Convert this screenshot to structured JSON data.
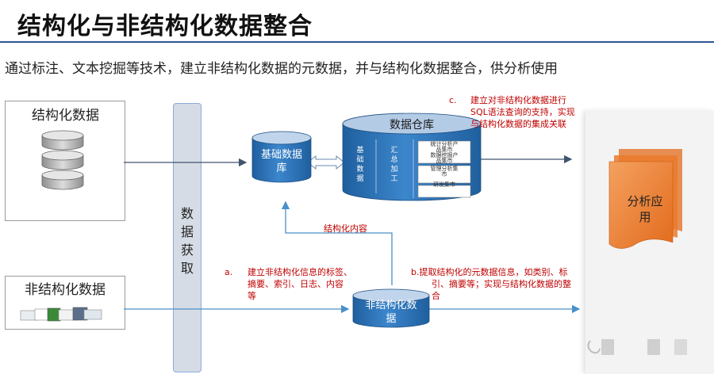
{
  "page": {
    "title": "结构化与非结构化数据整合",
    "subtitle": "通过标注、文本挖掘等技术，建立非结构化数据的元数据，并与结构化数据整合，供分析使用"
  },
  "boxes": {
    "structured": "结构化数据",
    "unstructured": "非结构化数据",
    "acquisition": [
      "数",
      "据",
      "获",
      "取"
    ]
  },
  "cylinders": {
    "base_db": [
      "基础数据",
      "库"
    ],
    "warehouse": "数据仓库",
    "unstructured_db": [
      "非结构化数",
      "据"
    ]
  },
  "warehouse_columns": {
    "basic": [
      "基",
      "础",
      "数",
      "据"
    ],
    "summary": [
      "汇",
      "总",
      "加",
      "工"
    ],
    "marts": [
      "统计分析产",
      "品集市",
      "数据挖掘产",
      "品集市",
      "管理分析集",
      "市",
      "研发集市"
    ]
  },
  "app": [
    "分析应",
    "用"
  ],
  "labels": {
    "structured_content": "结构化内容"
  },
  "annotations": {
    "a_mark": "a.",
    "a": [
      "建立非结构化信息的标签、",
      "摘要、索引、日志、内容",
      "等"
    ],
    "b": [
      "b.提取结构化的元数据信息，如类别、标",
      "引、摘要等；实现与结构化数据的整",
      "合"
    ],
    "c_mark": "c.",
    "c": [
      "建立对非结构化数据进行",
      "SQL语法查询的支持，实现",
      "与结构化数据的集成关联"
    ]
  },
  "colors": {
    "cylinder_blue": "#2e74b5",
    "cylinder_light": "#c0d5ec",
    "warehouse_top": "#b4cbe6",
    "arrow_blue": "#4a90c9",
    "arrow_dark": "#41556e",
    "doc_orange": "#ed7d31",
    "annotation_red": "#c00000",
    "rule_blue": "#2f5597"
  }
}
